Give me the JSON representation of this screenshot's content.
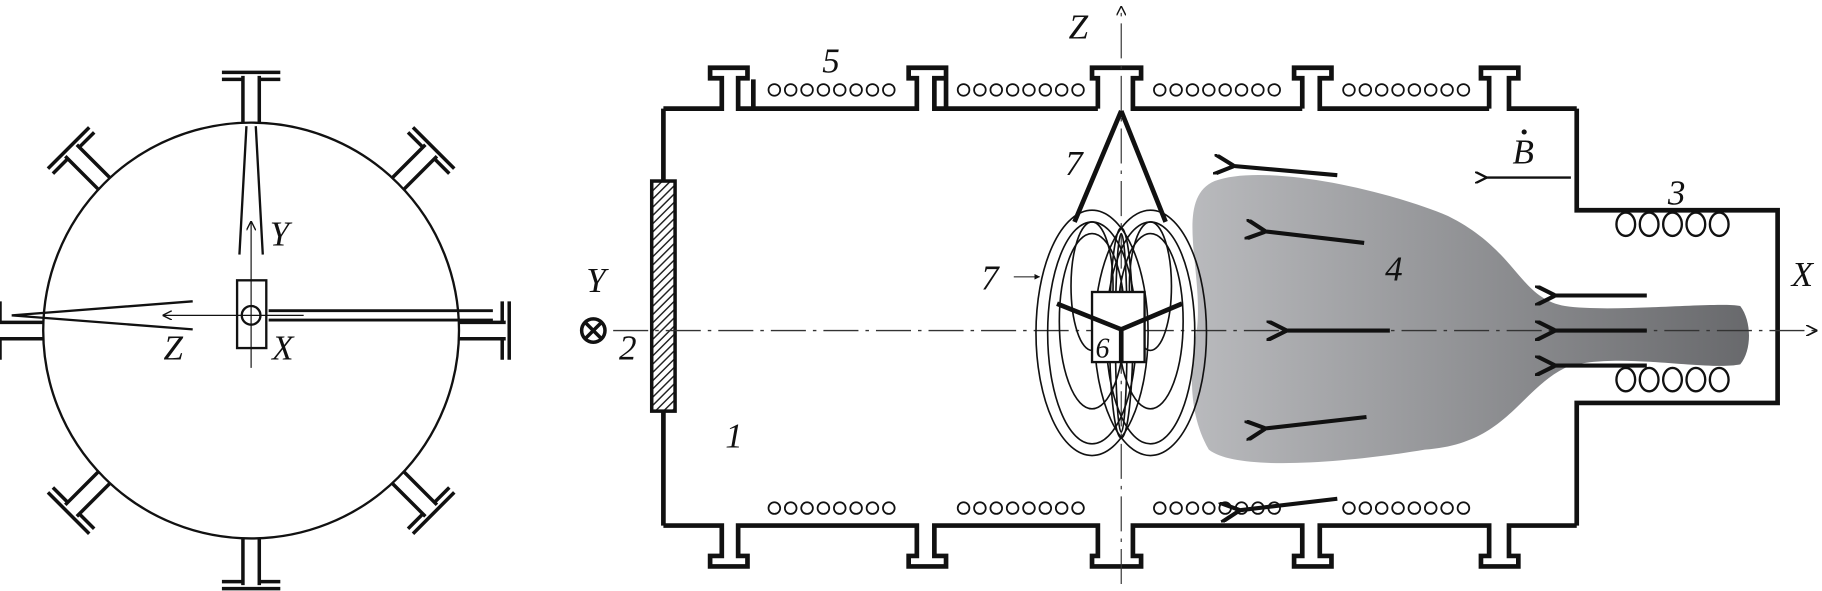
{
  "figure": {
    "left_view": {
      "axis_y": "Y",
      "axis_z": "Z",
      "axis_x": "X"
    },
    "main_view": {
      "axis_z": "Z",
      "axis_x": "X",
      "axis_y": "Y",
      "field_label": "B",
      "labels": {
        "chamber": "1",
        "target": "2",
        "source_coils": "3",
        "plasma": "4",
        "chamber_coils": "5",
        "probe_body": "6",
        "probe_holder": "7",
        "probe_lead": "7"
      }
    },
    "colors": {
      "line": "#111111",
      "plasma_light": "#b8b9bc",
      "plasma_dark": "#6e6f72"
    }
  }
}
